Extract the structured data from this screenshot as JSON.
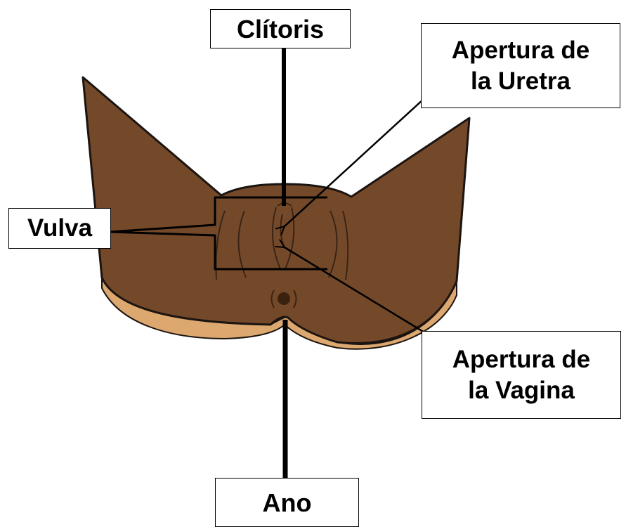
{
  "labels": {
    "clitoris": "Clítoris",
    "uretra_line1": "Apertura de",
    "uretra_line2": "la Uretra",
    "vulva": "Vulva",
    "vagina_line1": "Apertura de",
    "vagina_line2": "la Vagina",
    "ano": "Ano"
  },
  "colors": {
    "skin": "#74492a",
    "skin_light": "#dca870",
    "outline": "#1b1410",
    "detail": "#3a2415",
    "anus": "#3b2210",
    "leader_line": "#000000"
  }
}
